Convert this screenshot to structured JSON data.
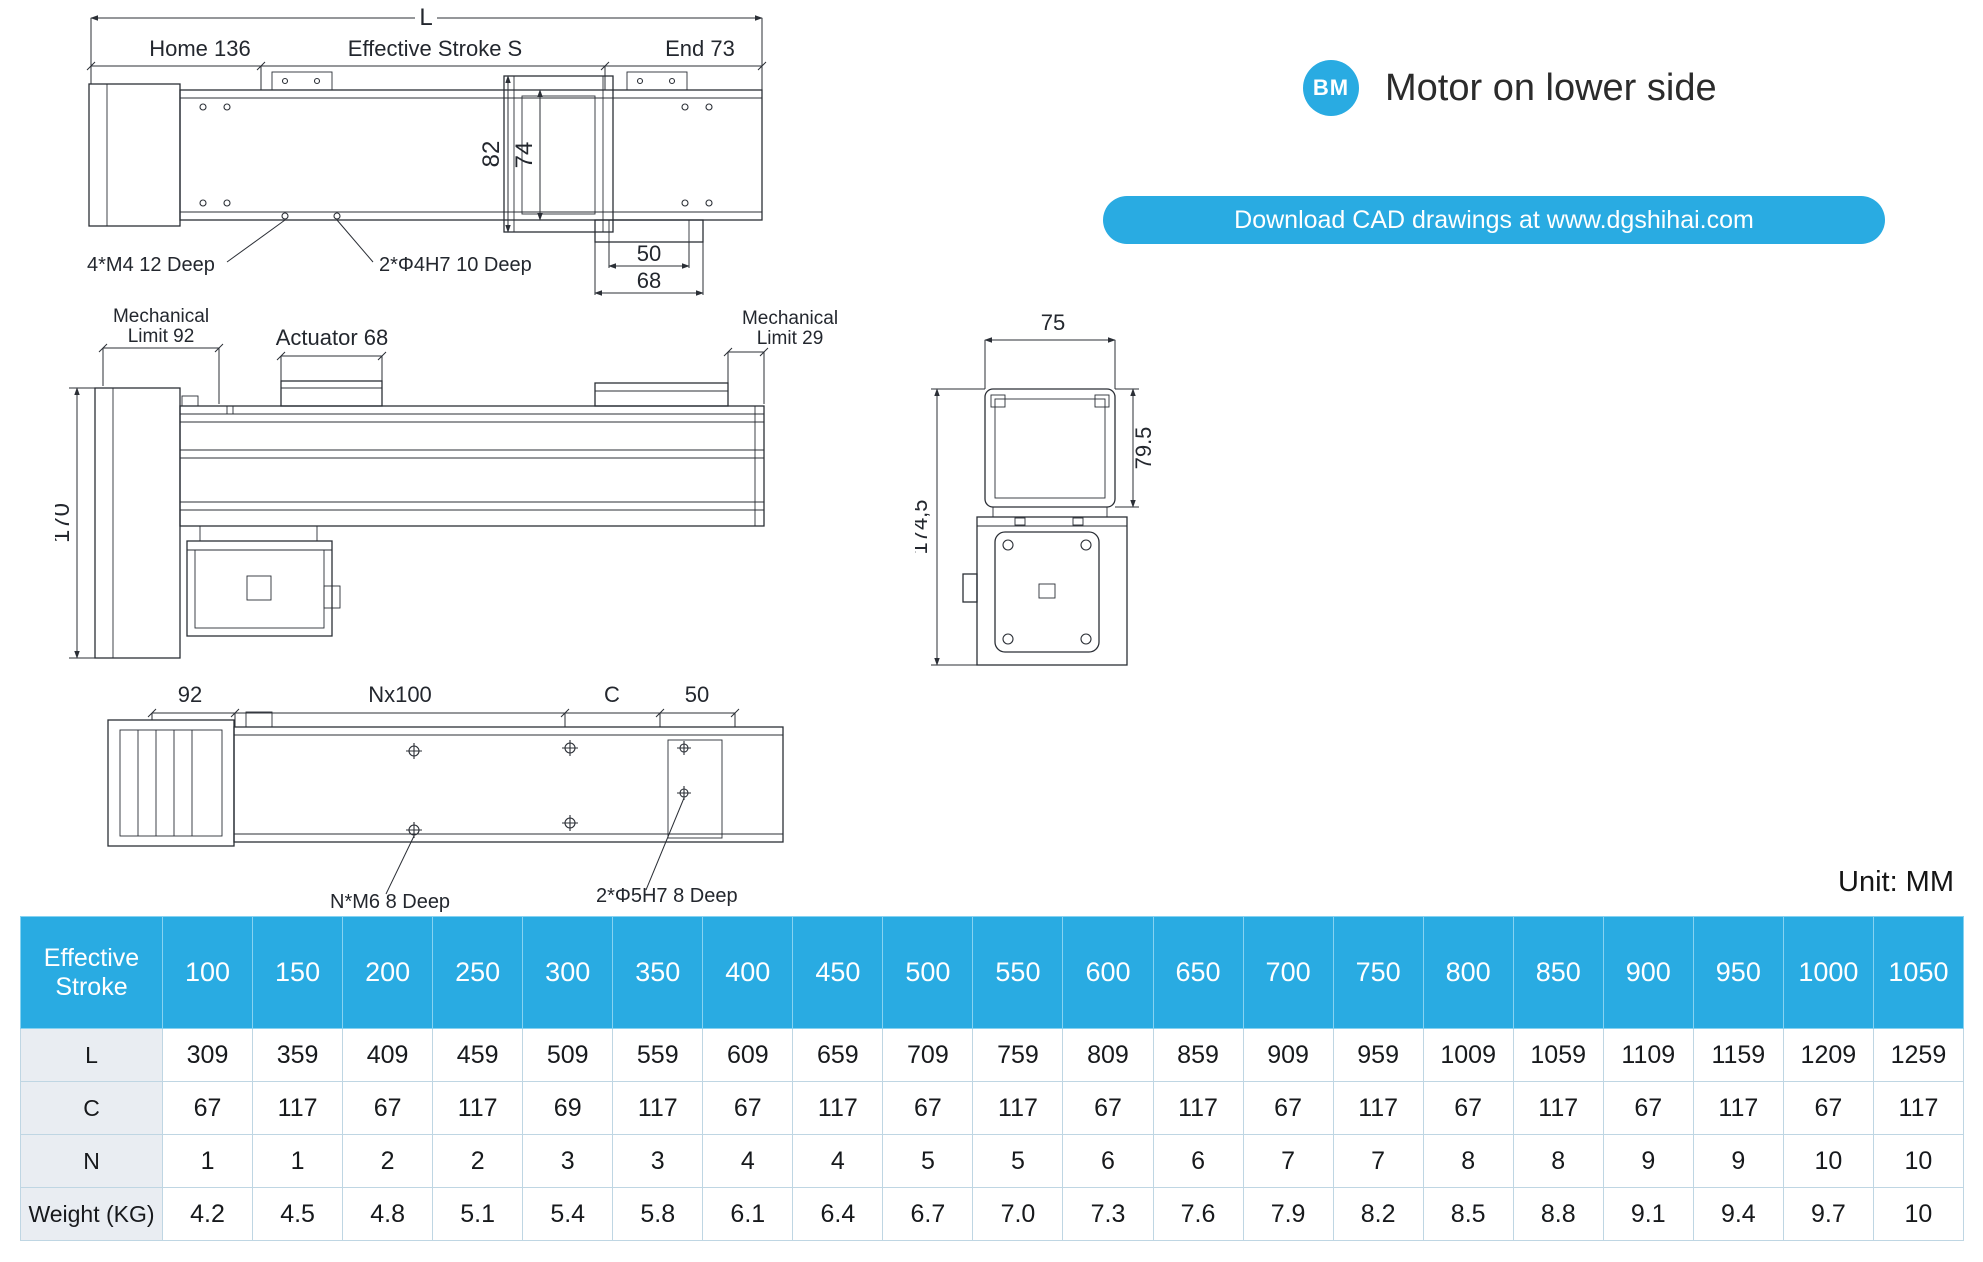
{
  "colors": {
    "accent": "#29abe2",
    "row_label_bg": "#e9edf2",
    "line": "#2b2f36"
  },
  "header": {
    "badge": "BM",
    "title": "Motor on lower side",
    "download_button": "Download CAD drawings at www.dgshihai.com",
    "unit_note": "Unit: MM"
  },
  "top_view": {
    "dim_total_length": "L",
    "dim_home": "Home 136",
    "dim_stroke": "Effective Stroke S",
    "dim_end": "End 73",
    "dim_width_outer": "82",
    "dim_width_inner": "74",
    "dim_tab_inner": "50",
    "dim_tab_outer": "68",
    "note_holes_m4": "4*M4  12 Deep",
    "note_holes_phi4": "2*Φ4H7  10 Deep"
  },
  "side_view": {
    "mech_limit_left_1": "Mechanical",
    "mech_limit_left_2": "Limit 92",
    "actuator": "Actuator 68",
    "mech_limit_right_1": "Mechanical",
    "mech_limit_right_2": "Limit 29",
    "dim_height": "170"
  },
  "section_view": {
    "dim_width": "75",
    "dim_motor_width": "79.5",
    "dim_total_height": "174,5"
  },
  "bottom_view": {
    "dim_left": "92",
    "dim_pitch": "Nx100",
    "dim_c": "C",
    "dim_right": "50",
    "note_holes_m6": "N*M6  8 Deep",
    "note_holes_phi5": "2*Φ5H7  8 Deep"
  },
  "table": {
    "header_label": "Effective Stroke",
    "strokes": [
      "100",
      "150",
      "200",
      "250",
      "300",
      "350",
      "400",
      "450",
      "500",
      "550",
      "600",
      "650",
      "700",
      "750",
      "800",
      "850",
      "900",
      "950",
      "1000",
      "1050"
    ],
    "rows": [
      {
        "label": "L",
        "values": [
          "309",
          "359",
          "409",
          "459",
          "509",
          "559",
          "609",
          "659",
          "709",
          "759",
          "809",
          "859",
          "909",
          "959",
          "1009",
          "1059",
          "1109",
          "1159",
          "1209",
          "1259"
        ]
      },
      {
        "label": "C",
        "values": [
          "67",
          "117",
          "67",
          "117",
          "69",
          "117",
          "67",
          "117",
          "67",
          "117",
          "67",
          "117",
          "67",
          "117",
          "67",
          "117",
          "67",
          "117",
          "67",
          "117"
        ]
      },
      {
        "label": "N",
        "values": [
          "1",
          "1",
          "2",
          "2",
          "3",
          "3",
          "4",
          "4",
          "5",
          "5",
          "6",
          "6",
          "7",
          "7",
          "8",
          "8",
          "9",
          "9",
          "10",
          "10"
        ]
      },
      {
        "label": "Weight (KG)",
        "values": [
          "4.2",
          "4.5",
          "4.8",
          "5.1",
          "5.4",
          "5.8",
          "6.1",
          "6.4",
          "6.7",
          "7.0",
          "7.3",
          "7.6",
          "7.9",
          "8.2",
          "8.5",
          "8.8",
          "9.1",
          "9.4",
          "9.7",
          "10"
        ]
      }
    ]
  }
}
